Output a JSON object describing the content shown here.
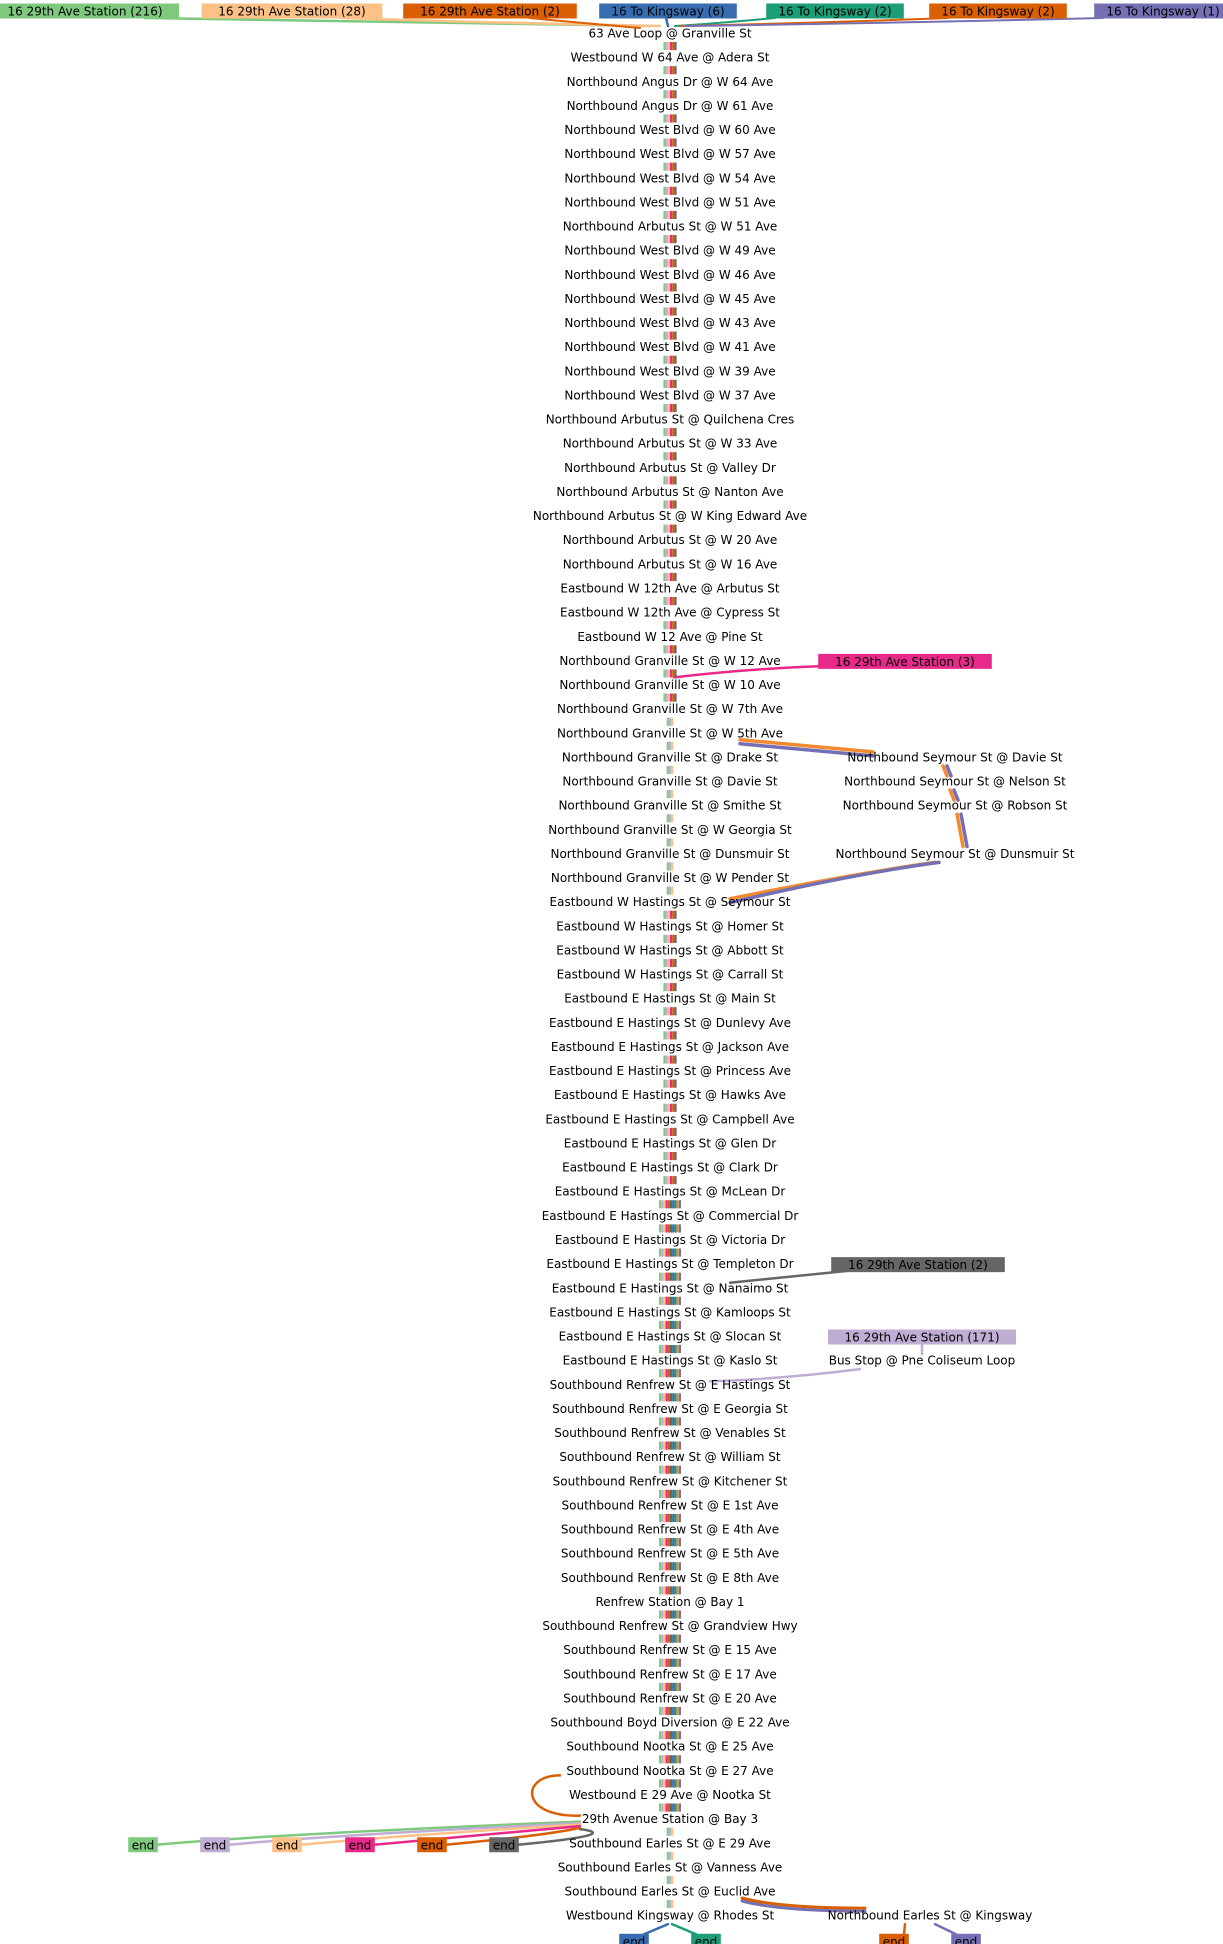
{
  "colors": {
    "light_green": "#7fc97f",
    "lavender": "#beaed4",
    "peach": "#fdc086",
    "magenta": "#e7298a",
    "dark_orange": "#d95f02",
    "dark_gray": "#666666",
    "blue": "#386cb0",
    "teal": "#1b9e77",
    "purple": "#7570b3",
    "orange": "#f28b30"
  },
  "origins": [
    {
      "label": "16 29th Ave Station (216)",
      "color": "light_green"
    },
    {
      "label": "16 29th Ave Station (28)",
      "color": "peach"
    },
    {
      "label": "16 29th Ave Station (2)",
      "color": "dark_orange"
    },
    {
      "label": "16 To Kingsway (6)",
      "color": "blue"
    },
    {
      "label": "16 To Kingsway (2)",
      "color": "teal"
    },
    {
      "label": "16 To Kingsway (2)",
      "color": "dark_orange"
    },
    {
      "label": "16 To Kingsway (1)",
      "color": "purple"
    }
  ],
  "side_origins": [
    {
      "label": "16 29th Ave Station (3)",
      "color": "magenta"
    },
    {
      "label": "16 29th Ave Station (2)",
      "color": "dark_gray"
    },
    {
      "label": "16 29th Ave Station (171)",
      "color": "lavender"
    }
  ],
  "stops": [
    "63 Ave Loop @ Granville St",
    "Westbound W 64 Ave @ Adera St",
    "Northbound Angus Dr @ W 64 Ave",
    "Northbound Angus Dr @ W 61 Ave",
    "Northbound West Blvd @ W 60 Ave",
    "Northbound West Blvd @ W 57 Ave",
    "Northbound West Blvd @ W 54 Ave",
    "Northbound West Blvd @ W 51 Ave",
    "Northbound Arbutus St @ W 51 Ave",
    "Northbound West Blvd @ W 49 Ave",
    "Northbound West Blvd @ W 46 Ave",
    "Northbound West Blvd @ W 45 Ave",
    "Northbound West Blvd @ W 43 Ave",
    "Northbound West Blvd @ W 41 Ave",
    "Northbound West Blvd @ W 39 Ave",
    "Northbound West Blvd @ W 37 Ave",
    "Northbound Arbutus St @ Quilchena Cres",
    "Northbound Arbutus St @ W 33 Ave",
    "Northbound Arbutus St @ Valley Dr",
    "Northbound Arbutus St @ Nanton Ave",
    "Northbound Arbutus St @ W King Edward Ave",
    "Northbound Arbutus St @ W 20 Ave",
    "Northbound Arbutus St @ W 16 Ave",
    "Eastbound W 12th Ave @ Arbutus St",
    "Eastbound W 12th Ave @ Cypress St",
    "Eastbound W 12 Ave @ Pine St",
    "Northbound Granville St @ W 12 Ave",
    "Northbound Granville St @ W 10 Ave",
    "Northbound Granville St @ W 7th Ave",
    "Northbound Granville St @ W 5th Ave",
    "Northbound Granville St @ Drake St",
    "Northbound Granville St @ Davie St",
    "Northbound Granville St @ Smithe St",
    "Northbound Granville St @ W Georgia St",
    "Northbound Granville St @ Dunsmuir St",
    "Northbound Granville St @ W Pender St",
    "Eastbound W Hastings St @ Seymour St",
    "Eastbound W Hastings St @ Homer St",
    "Eastbound W Hastings St @ Abbott St",
    "Eastbound W Hastings St @ Carrall St",
    "Eastbound E Hastings St @ Main St",
    "Eastbound E Hastings St @ Dunlevy Ave",
    "Eastbound E Hastings St @ Jackson Ave",
    "Eastbound E Hastings St @ Princess Ave",
    "Eastbound E Hastings St @ Hawks Ave",
    "Eastbound E Hastings St @ Campbell Ave",
    "Eastbound E Hastings St @ Glen Dr",
    "Eastbound E Hastings St @ Clark Dr",
    "Eastbound E Hastings St @ McLean Dr",
    "Eastbound E Hastings St @ Commercial Dr",
    "Eastbound E Hastings St @ Victoria Dr",
    "Eastbound E Hastings St @ Templeton Dr",
    "Eastbound E Hastings St @ Nanaimo St",
    "Eastbound E Hastings St @ Kamloops St",
    "Eastbound E Hastings St @ Slocan St",
    "Eastbound E Hastings St @ Kaslo St",
    "Southbound Renfrew St @ E Hastings St",
    "Southbound Renfrew St @ E Georgia St",
    "Southbound Renfrew St @ Venables St",
    "Southbound Renfrew St @ William St",
    "Southbound Renfrew St @ Kitchener St",
    "Southbound Renfrew St @ E 1st Ave",
    "Southbound Renfrew St @ E 4th Ave",
    "Southbound Renfrew St @ E 5th Ave",
    "Southbound Renfrew St @ E 8th Ave",
    "Renfrew Station @ Bay 1",
    "Southbound Renfrew St @ Grandview Hwy",
    "Southbound Renfrew St @ E 15 Ave",
    "Southbound Renfrew St @ E 17 Ave",
    "Southbound Renfrew St @ E 20 Ave",
    "Southbound Boyd Diversion @ E 22 Ave",
    "Southbound Nootka St @ E 25 Ave",
    "Southbound Nootka St @ E 27 Ave",
    "Westbound E 29 Ave @ Nootka St",
    "29th Avenue Station @ Bay 3",
    "Southbound Earles St @ E 29 Ave",
    "Southbound Earles St @ Vanness Ave",
    "Southbound Earles St @ Euclid Ave",
    "Westbound Kingsway @ Rhodes St"
  ],
  "branch_stops": [
    "Northbound Seymour St @ Davie St",
    "Northbound Seymour St @ Nelson St",
    "Northbound Seymour St @ Robson St",
    "Northbound Seymour St @ Dunsmuir St"
  ],
  "pne_stop": "Bus Stop @ Pne Coliseum Loop",
  "kingsway_branch_stop": "Northbound Earles St @ Kingsway",
  "ends": [
    {
      "label": "end",
      "color": "light_green"
    },
    {
      "label": "end",
      "color": "lavender"
    },
    {
      "label": "end",
      "color": "peach"
    },
    {
      "label": "end",
      "color": "magenta"
    },
    {
      "label": "end",
      "color": "dark_orange"
    },
    {
      "label": "end",
      "color": "dark_gray"
    },
    {
      "label": "end",
      "color": "blue"
    },
    {
      "label": "end",
      "color": "teal"
    },
    {
      "label": "end",
      "color": "dark_orange"
    },
    {
      "label": "end",
      "color": "purple"
    }
  ]
}
